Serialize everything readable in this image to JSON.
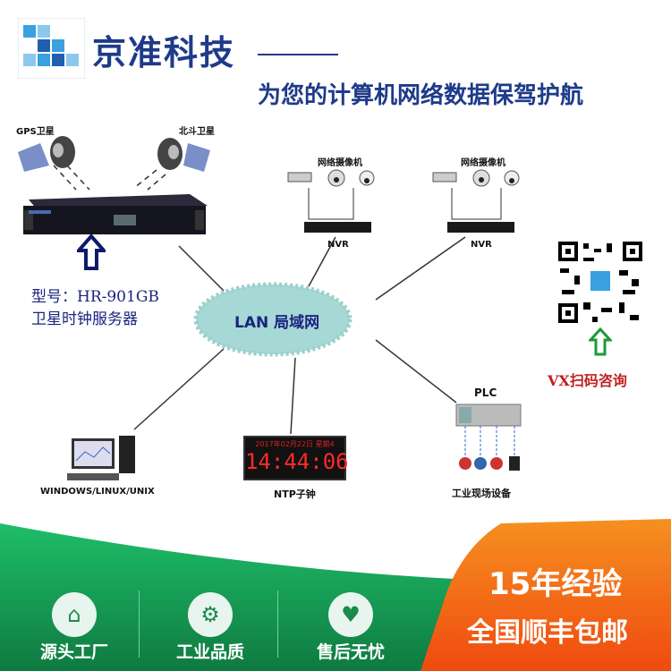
{
  "header": {
    "brand": "京准科技",
    "tagline": "为您的计算机网络数据保驾护航"
  },
  "satellites": {
    "gps": "GPS卫星",
    "beidou": "北斗卫星"
  },
  "product": {
    "model": "型号：HR-901GB",
    "name": "卫星时钟服务器"
  },
  "network": {
    "lan": "LAN 局域网"
  },
  "cameras": [
    {
      "label": "网络摄像机",
      "nvr": "NVR"
    },
    {
      "label": "网络摄像机",
      "nvr": "NVR"
    }
  ],
  "qr": {
    "label": "VX扫码咨询"
  },
  "devices": {
    "computer": "WINDOWS/LINUX/UNIX",
    "clock_label": "NTP子钟",
    "clock_date": "2017年02月22日 星期4",
    "clock_time": "14:44:06",
    "plc": "PLC",
    "industrial": "工业现场设备"
  },
  "footer": {
    "features": [
      {
        "label": "源头工厂",
        "icon": "factory-icon"
      },
      {
        "label": "工业品质",
        "icon": "gear-icon"
      },
      {
        "label": "售后无忧",
        "icon": "handshake-icon"
      }
    ],
    "experience": "15年经验",
    "shipping": "全国顺丰包邮"
  },
  "colors": {
    "brand": "#1e3a8a",
    "green": "#1a9a55",
    "orange": "#f06a10",
    "red": "#c02020"
  }
}
